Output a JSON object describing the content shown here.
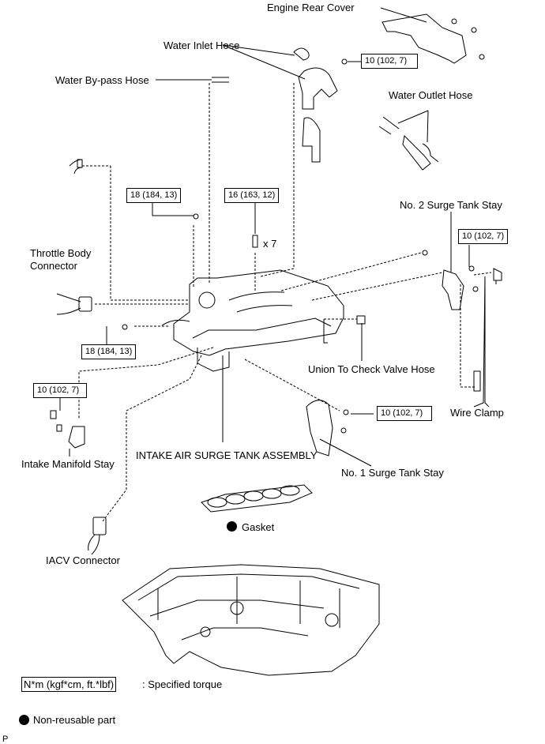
{
  "labels": {
    "engine_rear_cover": "Engine Rear Cover",
    "water_inlet_hose": "Water Inlet Hose",
    "water_bypass_hose": "Water By-pass Hose",
    "water_outlet_hose": "Water Outlet Hose",
    "no2_surge_tank_stay": "No. 2 Surge Tank Stay",
    "throttle_body_connector_line1": "Throttle Body",
    "throttle_body_connector_line2": "Connector",
    "union_to_check_valve_hose": "Union To Check Valve Hose",
    "wire_clamp": "Wire Clamp",
    "intake_air_surge_tank_assembly": "INTAKE AIR SURGE TANK ASSEMBLY",
    "intake_manifold_stay": "Intake Manifold Stay",
    "no1_surge_tank_stay": "No. 1 Surge Tank Stay",
    "gasket": "Gasket",
    "iacv_connector": "IACV Connector",
    "bolt_quantity": "x 7"
  },
  "torque_specs": {
    "water_inlet_bolt": "10 (102, 7)",
    "upper_left_bolt": "18 (184, 13)",
    "center_bolts": "16 (163, 12)",
    "no2_stay_bolt": "10 (102, 7)",
    "lower_left_bolt": "18 (184, 13)",
    "intake_manifold_stay_bolt": "10 (102, 7)",
    "no1_stay_bolt": "10 (102, 7)"
  },
  "legend": {
    "torque_unit": "N*m (kgf*cm, ft.*lbf)",
    "torque_desc": ": Specified torque",
    "nonreusable_icon": "filled-circle",
    "nonreusable_desc": "Non-reusable part"
  },
  "footer_code": "P"
}
